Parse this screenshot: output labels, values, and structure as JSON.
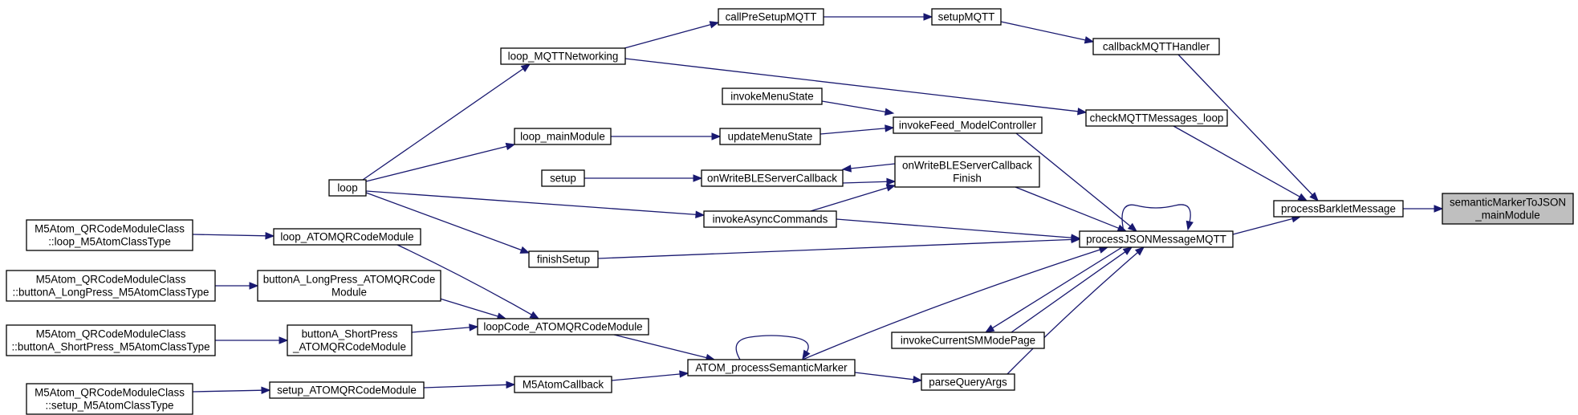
{
  "diagram": {
    "type": "doxygen-caller-graph",
    "colors": {
      "edge": "#191970",
      "node_border": "#000000",
      "root_fill": "#bfbfbf",
      "node_fill": "#ffffff"
    },
    "nodes": [
      {
        "id": "semanticMarkerToJSON_mainModule",
        "lines": [
          "semanticMarkerToJSON",
          "_mainModule"
        ],
        "root": true
      },
      {
        "id": "processBarkletMessage",
        "lines": [
          "processBarkletMessage"
        ]
      },
      {
        "id": "callbackMQTTHandler",
        "lines": [
          "callbackMQTTHandler"
        ]
      },
      {
        "id": "setupMQTT",
        "lines": [
          "setupMQTT"
        ]
      },
      {
        "id": "callPreSetupMQTT",
        "lines": [
          "callPreSetupMQTT"
        ]
      },
      {
        "id": "loop_MQTTNetworking",
        "lines": [
          "loop_MQTTNetworking"
        ]
      },
      {
        "id": "checkMQTTMessages_loop",
        "lines": [
          "checkMQTTMessages_loop"
        ]
      },
      {
        "id": "processJSONMessageMQTT",
        "lines": [
          "processJSONMessageMQTT"
        ]
      },
      {
        "id": "invokeFeed_ModelController",
        "lines": [
          "invokeFeed_ModelController"
        ]
      },
      {
        "id": "invokeMenuState",
        "lines": [
          "invokeMenuState"
        ]
      },
      {
        "id": "updateMenuState",
        "lines": [
          "updateMenuState"
        ]
      },
      {
        "id": "loop_mainModule",
        "lines": [
          "loop_mainModule"
        ]
      },
      {
        "id": "loop",
        "lines": [
          "loop"
        ]
      },
      {
        "id": "onWriteBLEServerCallbackFinish",
        "lines": [
          "onWriteBLEServerCallback",
          "Finish"
        ]
      },
      {
        "id": "onWriteBLEServerCallback",
        "lines": [
          "onWriteBLEServerCallback"
        ]
      },
      {
        "id": "setup",
        "lines": [
          "setup"
        ]
      },
      {
        "id": "invokeAsyncCommands",
        "lines": [
          "invokeAsyncCommands"
        ]
      },
      {
        "id": "finishSetup",
        "lines": [
          "finishSetup"
        ]
      },
      {
        "id": "invokeCurrentSMModePage",
        "lines": [
          "invokeCurrentSMModePage"
        ]
      },
      {
        "id": "ATOM_processSemanticMarker",
        "lines": [
          "ATOM_processSemanticMarker"
        ]
      },
      {
        "id": "parseQueryArgs",
        "lines": [
          "parseQueryArgs"
        ]
      },
      {
        "id": "loopCode_ATOMQRCodeModule",
        "lines": [
          "loopCode_ATOMQRCodeModule"
        ]
      },
      {
        "id": "M5AtomCallback",
        "lines": [
          "M5AtomCallback"
        ]
      },
      {
        "id": "loop_ATOMQRCodeModule",
        "lines": [
          "loop_ATOMQRCodeModule"
        ]
      },
      {
        "id": "buttonA_LongPress_ATOMQRCodeModule",
        "lines": [
          "buttonA_LongPress_ATOMQRCode",
          "Module"
        ]
      },
      {
        "id": "buttonA_ShortPress_ATOMQRCodeModule",
        "lines": [
          "buttonA_ShortPress",
          "_ATOMQRCodeModule"
        ]
      },
      {
        "id": "setup_ATOMQRCodeModule",
        "lines": [
          "setup_ATOMQRCodeModule"
        ]
      },
      {
        "id": "M5Atom_loop_M5AtomClassType",
        "lines": [
          "M5Atom_QRCodeModuleClass",
          "::loop_M5AtomClassType"
        ]
      },
      {
        "id": "M5Atom_buttonA_LongPress_M5AtomClassType",
        "lines": [
          "M5Atom_QRCodeModuleClass",
          "::buttonA_LongPress_M5AtomClassType"
        ]
      },
      {
        "id": "M5Atom_buttonA_ShortPress_M5AtomClassType",
        "lines": [
          "M5Atom_QRCodeModuleClass",
          "::buttonA_ShortPress_M5AtomClassType"
        ]
      },
      {
        "id": "M5Atom_setup_M5AtomClassType",
        "lines": [
          "M5Atom_QRCodeModuleClass",
          "::setup_M5AtomClassType"
        ]
      }
    ],
    "edges": [
      {
        "from": "processBarkletMessage",
        "to": "semanticMarkerToJSON_mainModule"
      },
      {
        "from": "callbackMQTTHandler",
        "to": "processBarkletMessage"
      },
      {
        "from": "checkMQTTMessages_loop",
        "to": "processBarkletMessage"
      },
      {
        "from": "processJSONMessageMQTT",
        "to": "processBarkletMessage"
      },
      {
        "from": "setupMQTT",
        "to": "callbackMQTTHandler"
      },
      {
        "from": "callPreSetupMQTT",
        "to": "setupMQTT"
      },
      {
        "from": "loop_MQTTNetworking",
        "to": "callPreSetupMQTT"
      },
      {
        "from": "loop_MQTTNetworking",
        "to": "checkMQTTMessages_loop"
      },
      {
        "from": "loop",
        "to": "loop_MQTTNetworking"
      },
      {
        "from": "loop",
        "to": "loop_mainModule"
      },
      {
        "from": "loop",
        "to": "invokeAsyncCommands"
      },
      {
        "from": "loop",
        "to": "finishSetup"
      },
      {
        "from": "loop_mainModule",
        "to": "updateMenuState"
      },
      {
        "from": "updateMenuState",
        "to": "invokeFeed_ModelController"
      },
      {
        "from": "invokeMenuState",
        "to": "invokeFeed_ModelController"
      },
      {
        "from": "invokeFeed_ModelController",
        "to": "processJSONMessageMQTT"
      },
      {
        "from": "onWriteBLEServerCallbackFinish",
        "to": "processJSONMessageMQTT"
      },
      {
        "from": "onWriteBLEServerCallbackFinish",
        "to": "onWriteBLEServerCallback"
      },
      {
        "from": "onWriteBLEServerCallback",
        "to": "onWriteBLEServerCallbackFinish"
      },
      {
        "from": "invokeAsyncCommands",
        "to": "onWriteBLEServerCallbackFinish"
      },
      {
        "from": "setup",
        "to": "onWriteBLEServerCallback"
      },
      {
        "from": "invokeAsyncCommands",
        "to": "processJSONMessageMQTT"
      },
      {
        "from": "finishSetup",
        "to": "processJSONMessageMQTT"
      },
      {
        "from": "processJSONMessageMQTT",
        "to": "processJSONMessageMQTT"
      },
      {
        "from": "processJSONMessageMQTT",
        "to": "invokeCurrentSMModePage"
      },
      {
        "from": "invokeCurrentSMModePage",
        "to": "processJSONMessageMQTT"
      },
      {
        "from": "ATOM_processSemanticMarker",
        "to": "processJSONMessageMQTT"
      },
      {
        "from": "parseQueryArgs",
        "to": "processJSONMessageMQTT"
      },
      {
        "from": "ATOM_processSemanticMarker",
        "to": "parseQueryArgs"
      },
      {
        "from": "ATOM_processSemanticMarker",
        "to": "ATOM_processSemanticMarker"
      },
      {
        "from": "loopCode_ATOMQRCodeModule",
        "to": "ATOM_processSemanticMarker"
      },
      {
        "from": "M5AtomCallback",
        "to": "ATOM_processSemanticMarker"
      },
      {
        "from": "loop_ATOMQRCodeModule",
        "to": "loopCode_ATOMQRCodeModule"
      },
      {
        "from": "buttonA_LongPress_ATOMQRCodeModule",
        "to": "loopCode_ATOMQRCodeModule"
      },
      {
        "from": "buttonA_ShortPress_ATOMQRCodeModule",
        "to": "loopCode_ATOMQRCodeModule"
      },
      {
        "from": "setup_ATOMQRCodeModule",
        "to": "M5AtomCallback"
      },
      {
        "from": "M5Atom_loop_M5AtomClassType",
        "to": "loop_ATOMQRCodeModule"
      },
      {
        "from": "M5Atom_buttonA_LongPress_M5AtomClassType",
        "to": "buttonA_LongPress_ATOMQRCodeModule"
      },
      {
        "from": "M5Atom_buttonA_ShortPress_M5AtomClassType",
        "to": "buttonA_ShortPress_ATOMQRCodeModule"
      },
      {
        "from": "M5Atom_setup_M5AtomClassType",
        "to": "setup_ATOMQRCodeModule"
      }
    ]
  }
}
